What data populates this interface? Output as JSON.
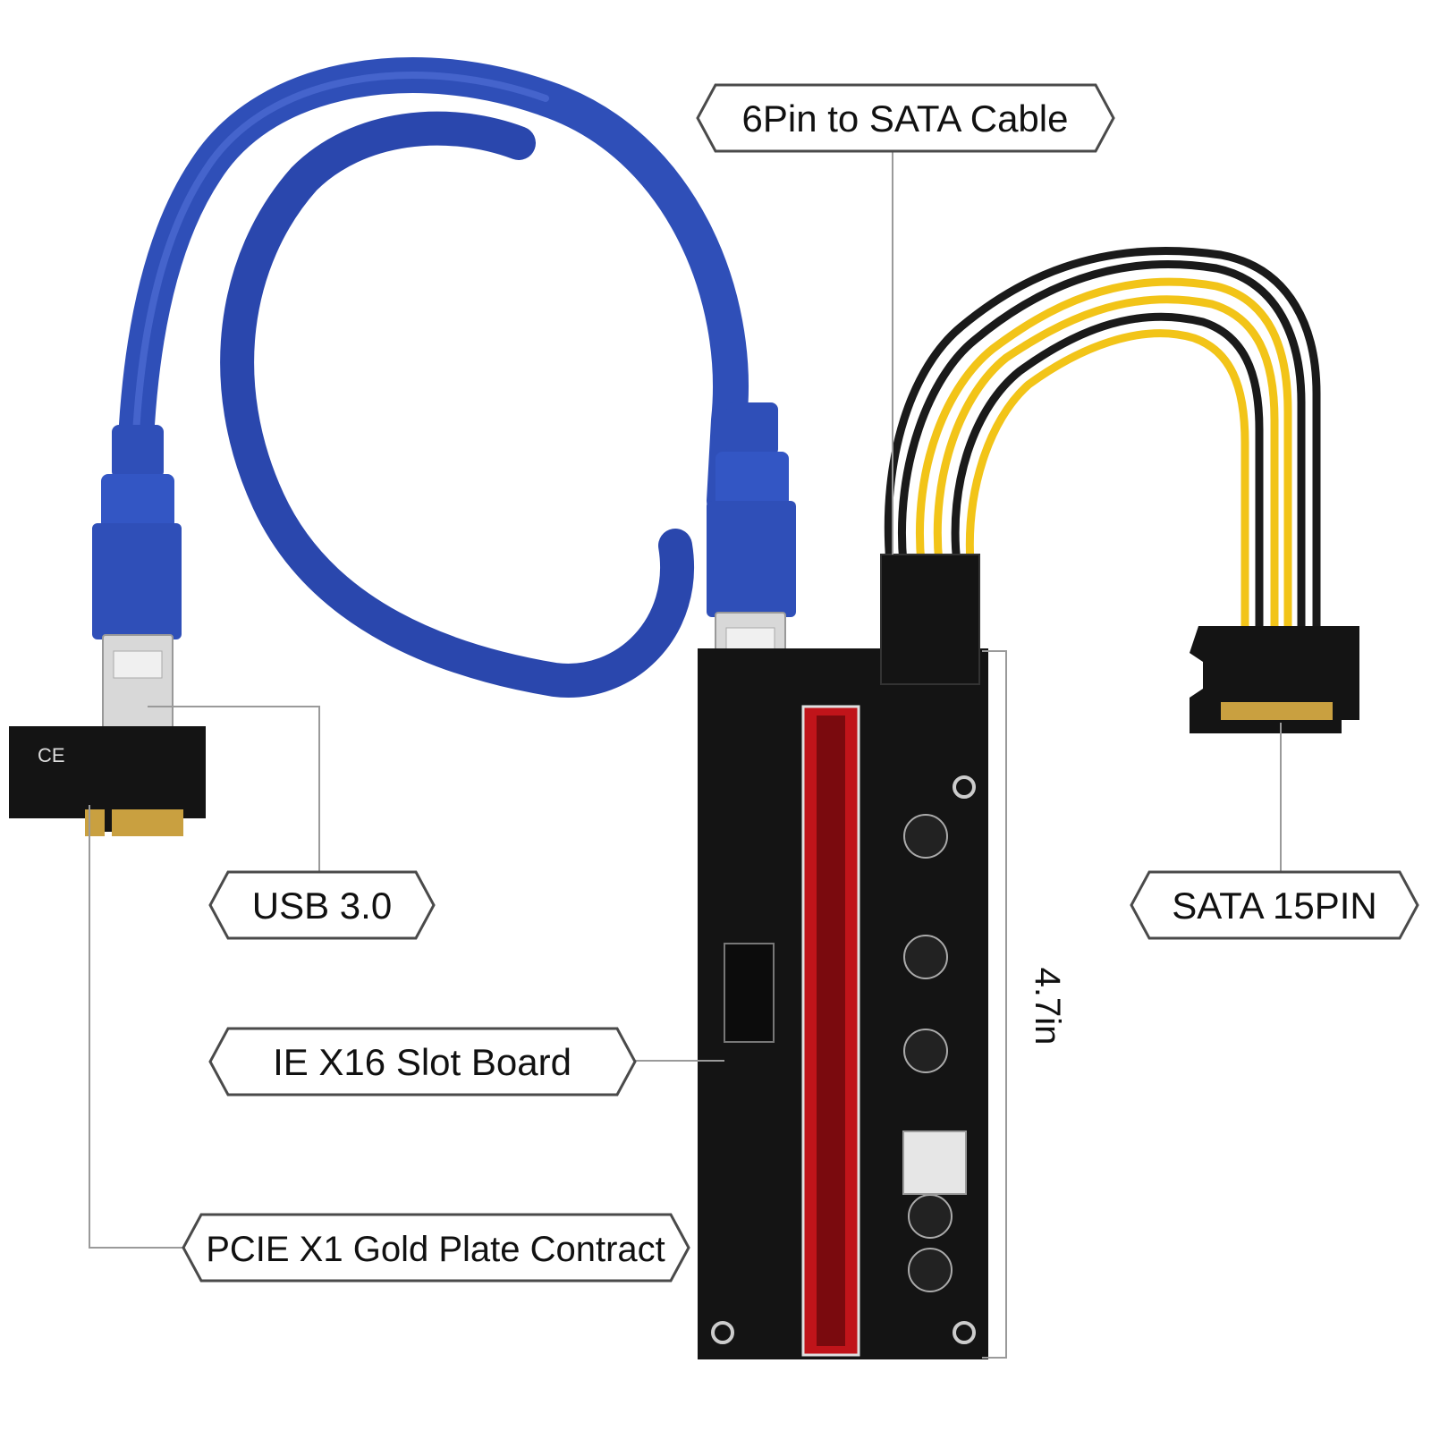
{
  "callouts": {
    "cable_6pin_sata": "6Pin to SATA Cable",
    "usb": "USB 3.0",
    "x16_slot": "IE X16 Slot Board",
    "x1_contact": "PCIE X1 Gold Plate Contract",
    "sata_15pin": "SATA 15PIN"
  },
  "dimension": {
    "height_label": "4.7in"
  },
  "colors": {
    "usb_cable": "#2f4fb8",
    "usb_cable_dark": "#1f3590",
    "usb_metal": "#d8d8d8",
    "pcb": "#141414",
    "x16_slot": "#c0141a",
    "wire_yellow": "#f2c418",
    "wire_black": "#1a1a1a",
    "gold": "#c9a040",
    "leader_line": "#9a9a9a",
    "label_border": "#4a4a4a"
  },
  "board_marks": {
    "x1_card_mark": "CE"
  }
}
